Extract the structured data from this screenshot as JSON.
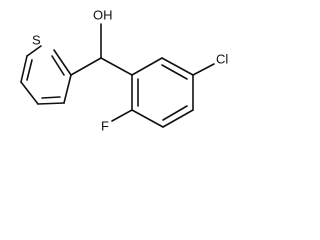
{
  "molecule": {
    "atoms": {
      "hydroxyl": "OH",
      "sulfur": "S",
      "chlorine": "Cl",
      "fluorine": "F"
    }
  }
}
